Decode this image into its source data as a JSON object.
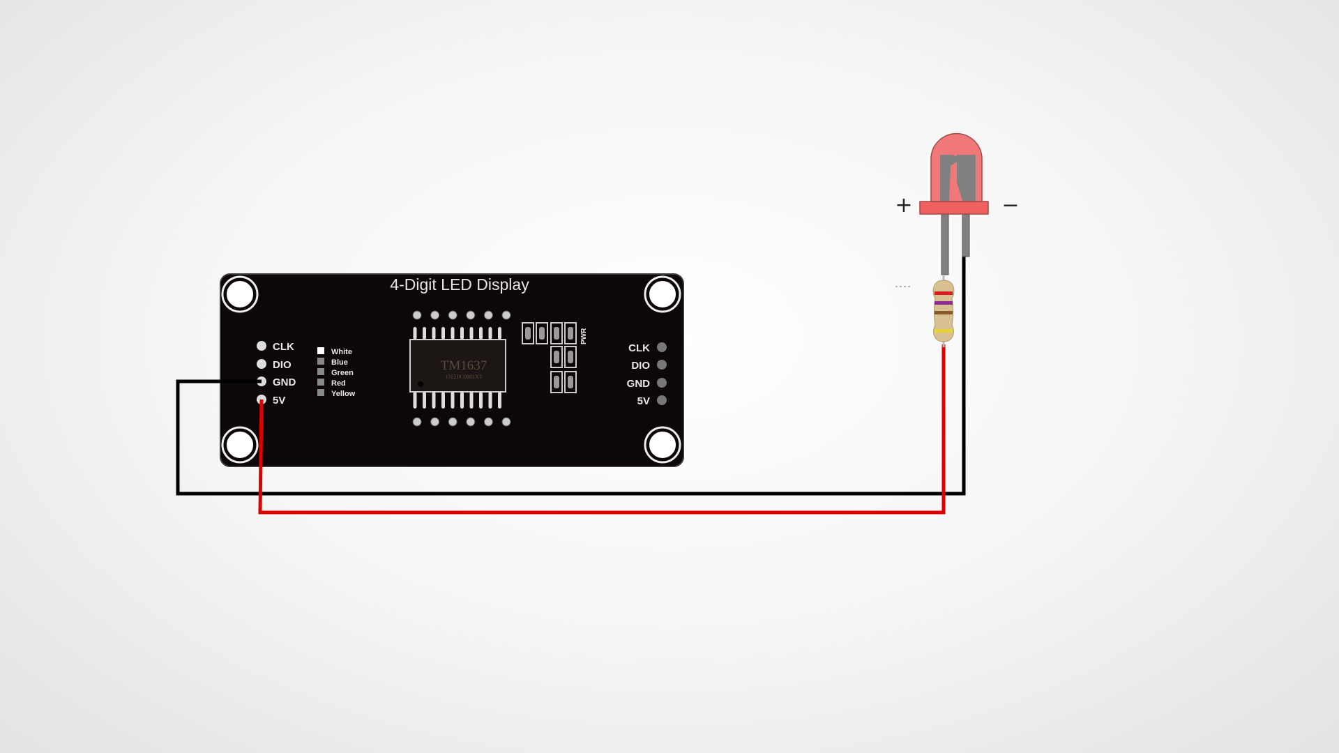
{
  "board": {
    "title": "4-Digit LED Display",
    "left_pins": [
      "CLK",
      "DIO",
      "GND",
      "5V"
    ],
    "right_pins": [
      "CLK",
      "DIO",
      "GND",
      "5V"
    ],
    "color_legend": [
      "White",
      "Blue",
      "Green",
      "Red",
      "Yellow"
    ],
    "chip_label": "TM1637",
    "chip_sublabel": "1502BC0881XT",
    "pwr_label": "PWR",
    "color": "#0d0807"
  },
  "led": {
    "plus_label": "+",
    "minus_label": "−",
    "color": "#f07070"
  },
  "resistor": {
    "bands": [
      "#d81e1e",
      "#8e2a96",
      "#8a5a2a",
      "#e6d23a"
    ]
  },
  "wires": {
    "ground_color": "#000000",
    "power_color": "#e00000"
  }
}
